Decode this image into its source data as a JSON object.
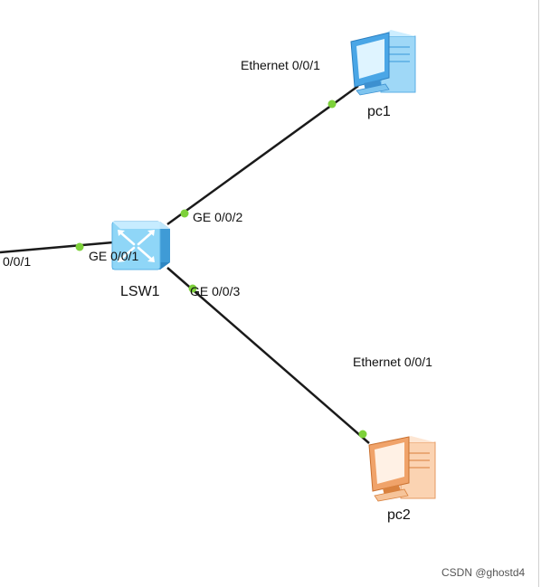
{
  "devices": {
    "pc1": {
      "label": "pc1",
      "port_label": "Ethernet 0/0/1"
    },
    "pc2": {
      "label": "pc2",
      "port_label": "Ethernet 0/0/1"
    },
    "switch": {
      "label": "LSW1"
    }
  },
  "links": {
    "switch_to_pc1": {
      "port_label": "GE 0/0/2"
    },
    "switch_to_pc2": {
      "port_label": "GE 0/0/3"
    },
    "switch_to_offscreen": {
      "port_label": "GE 0/0/1",
      "far_port_label": "0/0/1"
    }
  },
  "watermark": "CSDN @ghostd4",
  "colors": {
    "link": "#1a1a1a",
    "port_dot": "#7dd13a",
    "pc1_blue": "#5bb8f0",
    "pc2_orange": "#f0a36a",
    "switch_blue": "#6ec6f2"
  }
}
